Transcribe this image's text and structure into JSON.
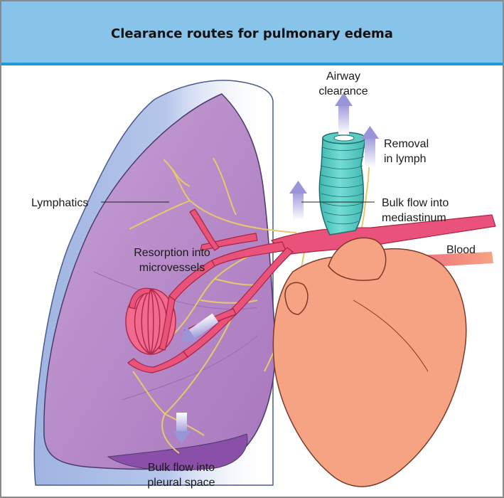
{
  "header": {
    "title": "Clearance routes for pulmonary edema"
  },
  "labels": {
    "airway_1": "Airway",
    "airway_2": "clearance",
    "lymph_1": "Removal",
    "lymph_2": "in lymph",
    "lymphatics": "Lymphatics",
    "mediastinum_1": "Bulk flow into",
    "mediastinum_2": "mediastinum",
    "blood": "Blood",
    "resorption_1": "Resorption into",
    "resorption_2": "microvessels",
    "pleural_1": "Bulk flow into",
    "pleural_2": "pleural space"
  },
  "colors": {
    "header_bg": "#88c3ea",
    "header_rule": "#1f9ad6",
    "lung": "#b184c6",
    "pleura": "#9fb3e0",
    "trachea": "#5fd0c8",
    "vessel": "#e9527a",
    "heart": "#f6a383",
    "lymph": "#e8c86a",
    "arrow": "#a9a4dc"
  }
}
